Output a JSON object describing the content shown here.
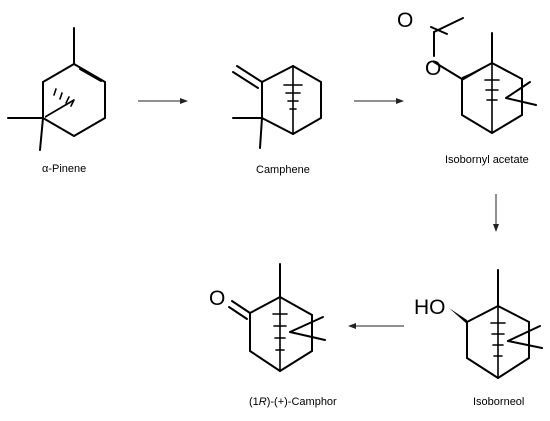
{
  "compounds": [
    {
      "id": "alpha-pinene",
      "name": "α-Pinene"
    },
    {
      "id": "camphene",
      "name": "Camphene"
    },
    {
      "id": "isobornyl-acetate",
      "name": "Isobornyl acetate"
    },
    {
      "id": "isoborneol",
      "name": "Isoborneol"
    },
    {
      "id": "camphor",
      "name_prefix": "(1",
      "name_italic": "R",
      "name_suffix": ")-(+)-Camphor"
    }
  ],
  "atoms": {
    "acetate_carbonyl_o": "O",
    "acetate_ester_o": "O",
    "hydroxyl": "HO",
    "ketone_o": "O"
  },
  "arrows": [
    {
      "from": "alpha-pinene",
      "to": "camphene"
    },
    {
      "from": "camphene",
      "to": "isobornyl-acetate"
    },
    {
      "from": "isobornyl-acetate",
      "to": "isoborneol"
    },
    {
      "from": "isoborneol",
      "to": "camphor"
    }
  ]
}
